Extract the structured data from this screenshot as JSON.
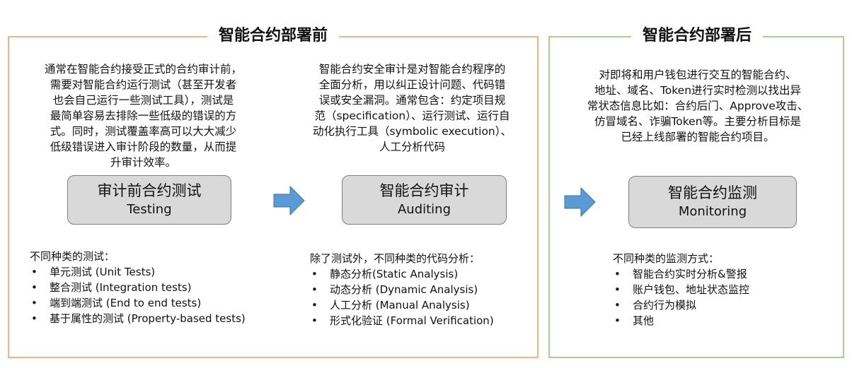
{
  "before": {
    "title": "智能合约部署前",
    "testing": {
      "desc_lines": [
        "通常在智能合约接受正式的合约审计前，",
        "需要对智能合约运行测试（甚至开发者",
        "也会自己运行一些测试工具），测试是",
        "最简单容易去排除一些低级的错误的方",
        "式。同时，测试覆盖率高可以大大减少",
        "低级错误进入审计阶段的数量，从而提",
        "升审计效率。"
      ],
      "box_zh": "审计前合约测试",
      "box_en": "Testing",
      "list_heading": "不同种类的测试：",
      "items": [
        "单元测试 (Unit Tests)",
        "整合测试 (Integration tests)",
        "端到端测试 (End to end tests)",
        "基于属性的测试 (Property-based tests)"
      ]
    },
    "auditing": {
      "desc_lines": [
        "智能合约安全审计是对智能合约程序的",
        "全面分析，用以纠正设计问题、代码错",
        "误或安全漏洞。通常包含：约定项目规",
        "范（specification）、运行测试、运行自",
        "动化执行工具（symbolic execution）、",
        "人工分析代码"
      ],
      "box_zh": "智能合约审计",
      "box_en": "Auditing",
      "list_heading": "除了测试外，不同种类的代码分析：",
      "items": [
        "静态分析(Static Analysis)",
        "动态分析 (Dynamic Analysis)",
        "人工分析 (Manual Analysis)",
        "形式化验证 (Formal Verification)"
      ]
    }
  },
  "after": {
    "title": "智能合约部署后",
    "monitoring": {
      "desc_lines": [
        "对即将和用户钱包进行交互的智能合约、",
        "地址、域名、Token进行实时检测以找出异",
        "常状态信息比如：合约后门、Approve攻击、",
        "仿冒域名、诈骗Token等。主要分析目标是",
        "已经上线部署的智能合约项目。"
      ],
      "box_zh": "智能合约监测",
      "box_en": "Monitoring",
      "list_heading": "不同种类的监测方式：",
      "items": [
        "智能合约实时分析&警报",
        "账户钱包、地址状态监控",
        "合约行为模拟",
        "其他"
      ]
    }
  },
  "bullet": "•",
  "colors": {
    "before_border": "#f4b183",
    "after_border": "#a9d18e",
    "box_fill": "#d9d9d9",
    "box_border": "#7f7f7f",
    "arrow_fill": "#5b9bd5",
    "arrow_stroke": "#41719c"
  }
}
